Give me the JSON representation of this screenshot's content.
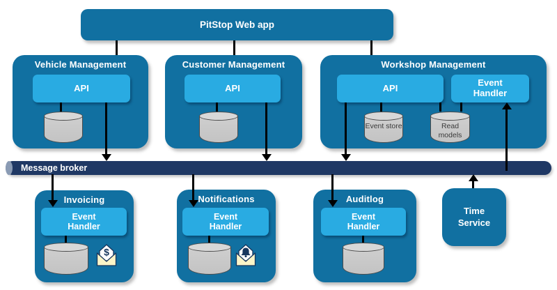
{
  "diagram": {
    "title": "PitStop Web app",
    "colors": {
      "container_blue": "#1170a1",
      "component_blue": "#29abe2",
      "broker_navy": "#1f3864",
      "database_gray": "#c9c9c9",
      "connector_black": "#000000",
      "envelope_yellow": "#fbf5c8"
    },
    "top_services": [
      {
        "name": "Vehicle Management",
        "api": "API"
      },
      {
        "name": "Customer Management",
        "api": "API"
      },
      {
        "name": "Workshop Management",
        "api": "API",
        "event_handler": "Event Handler",
        "databases": [
          {
            "label": "Event store"
          },
          {
            "label": "Read models"
          }
        ]
      }
    ],
    "broker": {
      "label": "Message broker"
    },
    "bottom_services": [
      {
        "name": "Invoicing",
        "event_handler": "Event Handler",
        "icon": "dollar-envelope-icon"
      },
      {
        "name": "Notifications",
        "event_handler": "Event Handler",
        "icon": "bell-envelope-icon"
      },
      {
        "name": "Auditlog",
        "event_handler": "Event Handler"
      }
    ],
    "time_service": {
      "name": "Time Service"
    }
  }
}
